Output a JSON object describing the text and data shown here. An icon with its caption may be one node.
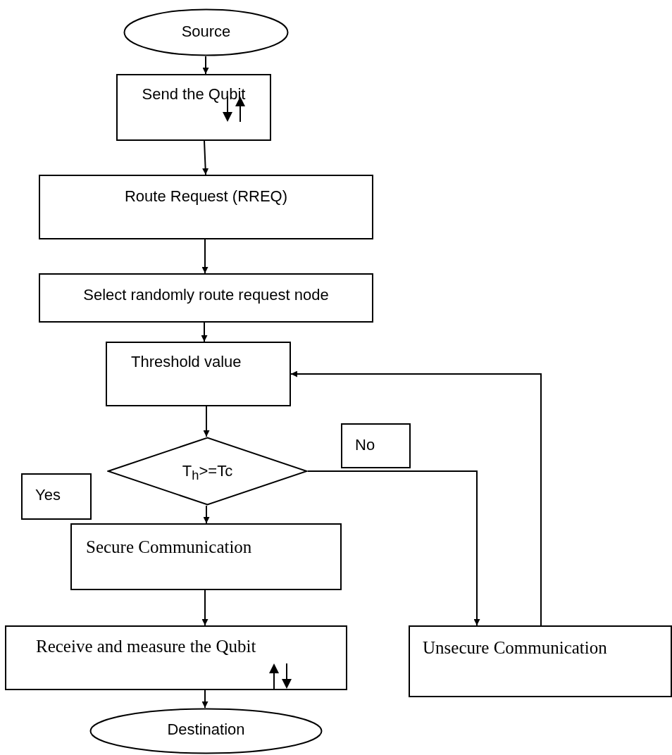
{
  "diagram": {
    "nodes": [
      {
        "text": [
          "Source"
        ]
      },
      {
        "text": [
          "Send the Qubit"
        ]
      },
      {
        "text": [
          "Route Request (RREQ)"
        ]
      },
      {
        "text": [
          "Select randomly route request node"
        ]
      },
      {
        "text": [
          "Threshold value"
        ]
      },
      {
        "text": [
          "T$_{h}$>=Tc"
        ]
      },
      {
        "text": [
          "Yes"
        ]
      },
      {
        "text": [
          "No"
        ]
      },
      {
        "text": [
          "Secure Communication"
        ]
      },
      {
        "text": [
          "Receive and measure the Qubit"
        ]
      },
      {
        "text": [
          "Unsecure Communication"
        ]
      },
      {
        "text": [
          "Destination"
        ]
      }
    ],
    "edges": [
      {
        "from": 0,
        "to": 1,
        "arrow": "to"
      },
      {
        "from": 1,
        "to": 2,
        "arrow": "to"
      },
      {
        "from": 2,
        "to": 3,
        "arrow": "to"
      },
      {
        "from": 3,
        "to": 4,
        "arrow": "to"
      },
      {
        "from": 4,
        "to": 5,
        "arrow": "to"
      },
      {
        "from": 5,
        "to": 8,
        "arrow": "to"
      },
      {
        "from": 8,
        "to": 9,
        "arrow": "to"
      },
      {
        "from": 9,
        "to": 11,
        "arrow": "to"
      },
      {
        "from": 5,
        "to": 10,
        "arrow": "to"
      },
      {
        "from": 10,
        "to": 4,
        "arrow": "to"
      }
    ]
  }
}
